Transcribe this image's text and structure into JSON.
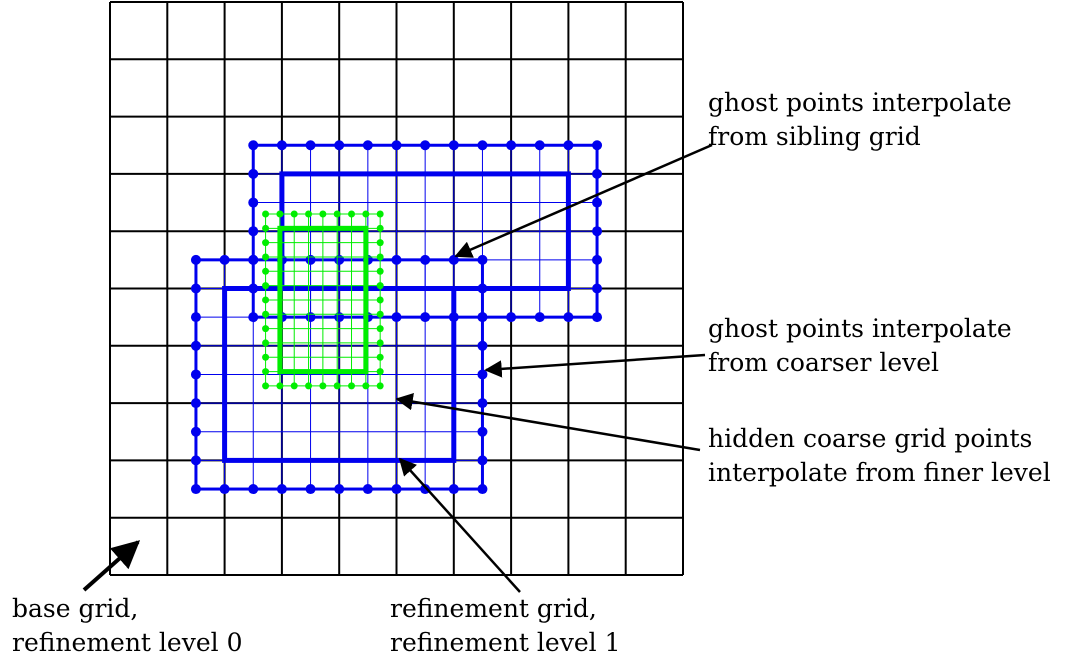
{
  "annotations": {
    "sibling": [
      "ghost points interpolate",
      "from sibling grid"
    ],
    "coarser": [
      "ghost points interpolate",
      "from coarser level"
    ],
    "hidden": [
      "hidden coarse grid points",
      "interpolate from finer level"
    ],
    "base": [
      "base grid,",
      "refinement level 0"
    ],
    "refinement": [
      "refinement grid,",
      "refinement level 1"
    ]
  },
  "colors": {
    "base_grid": "#000000",
    "refinement_grid": "#0000ee",
    "finer_grid": "#00ee00",
    "arrow": "#000000"
  }
}
